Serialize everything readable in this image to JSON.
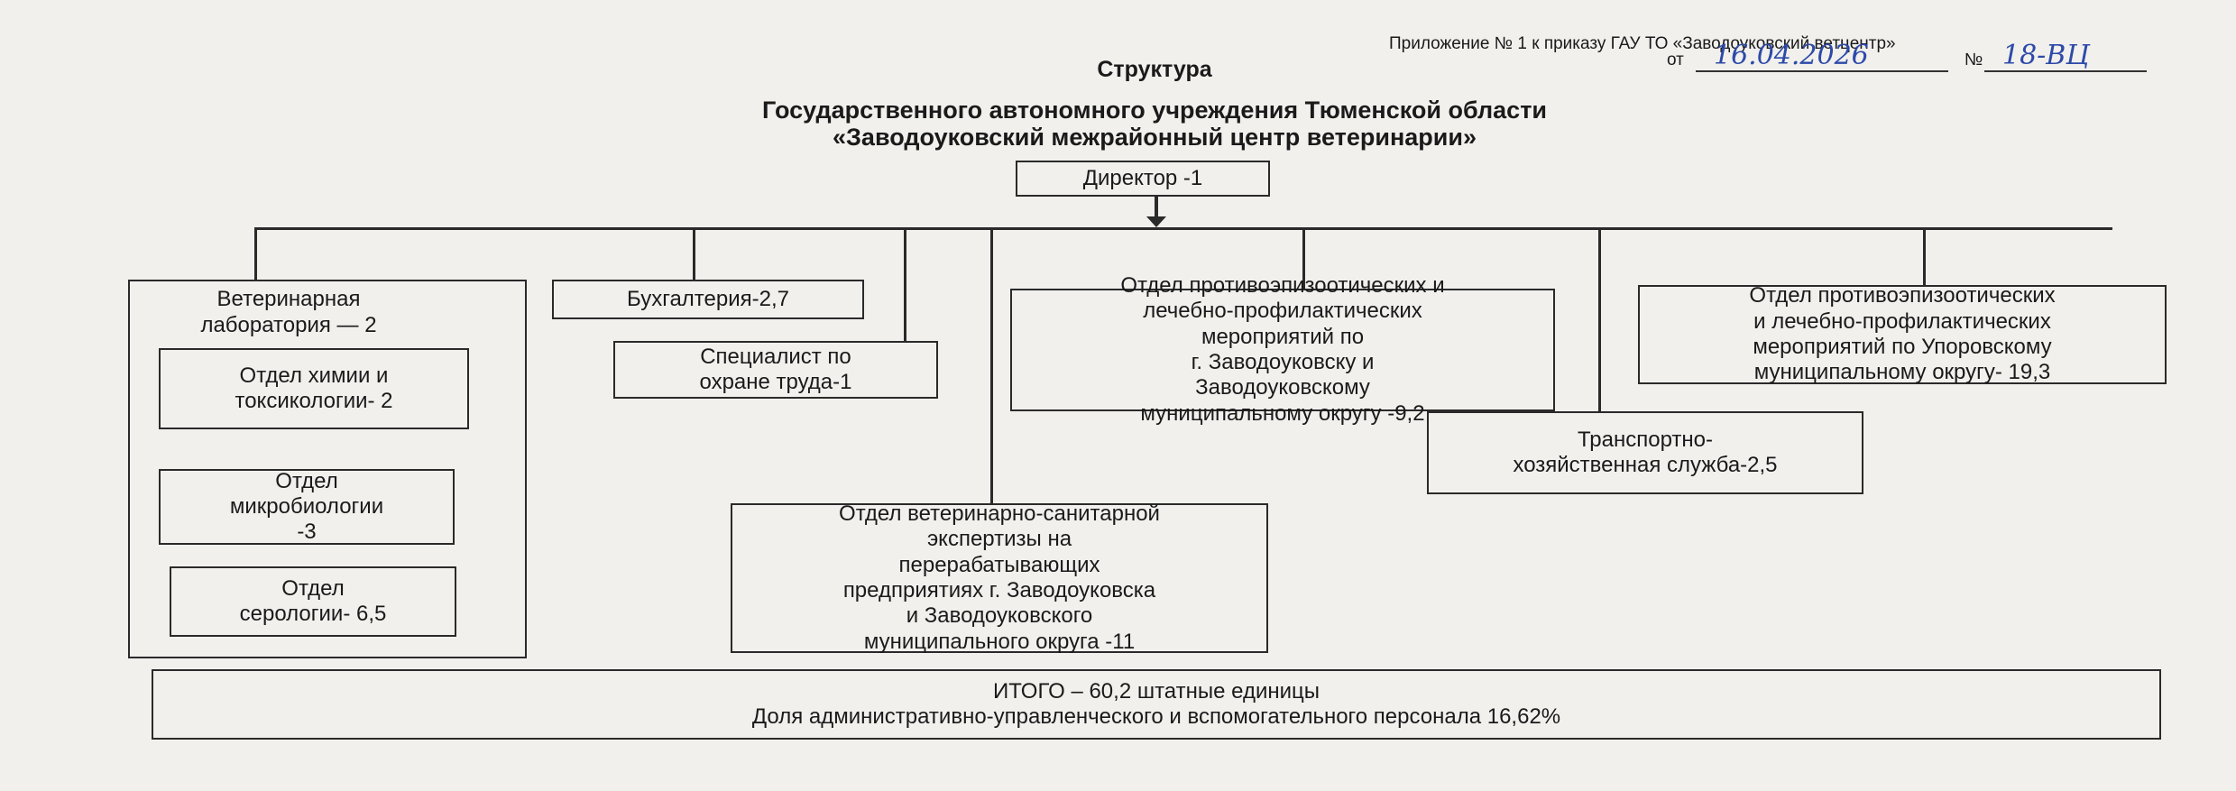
{
  "header": {
    "appendix": "Приложение № 1 к приказу ГАУ ТО «Заводоуковский ветцентр»",
    "from_label": "от",
    "date_hand": "16.04.2026",
    "number_label": "№",
    "number_hand": "18-ВЦ"
  },
  "title": {
    "line1": "Структура",
    "line2": "Государственного автономного учреждения Тюменской области",
    "line3": "«Заводоуковский межрайонный центр ветеринарии»"
  },
  "org": {
    "director": "Директор -1",
    "vet_lab": "Ветеринарная\nлаборатория — 2",
    "chem": "Отдел химии и\nтоксикологии- 2",
    "micro": "Отдел\nмикробиологии\n-3",
    "sero": "Отдел\nсерологии- 6,5",
    "accounting": "Бухгалтерия-2,7",
    "safety": "Специалист по\nохране труда-1",
    "vse": "Отдел ветеринарно-санитарной\nэкспертизы на\nперерабатывающих\nпредприятиях г. Заводоуковска\nи Заводоуковского\nмуниципального округа -11",
    "epizo_zav": "Отдел противоэпизоотических и\nлечебно-профилактических\nмероприятий по\nг. Заводоуковску и\nЗаводоуковскому\nмуниципальному округу -9,2",
    "transport": "Транспортно-\nхозяйственная служба-2,5",
    "epizo_upor": "Отдел противоэпизоотических\nи лечебно-профилактических\nмероприятий по Упоровскому\nмуниципальному округу- 19,3"
  },
  "total": {
    "line1": "ИТОГО – 60,2 штатные единицы",
    "line2": "Доля административно-управленческого и вспомогательного персонала 16,62%"
  }
}
